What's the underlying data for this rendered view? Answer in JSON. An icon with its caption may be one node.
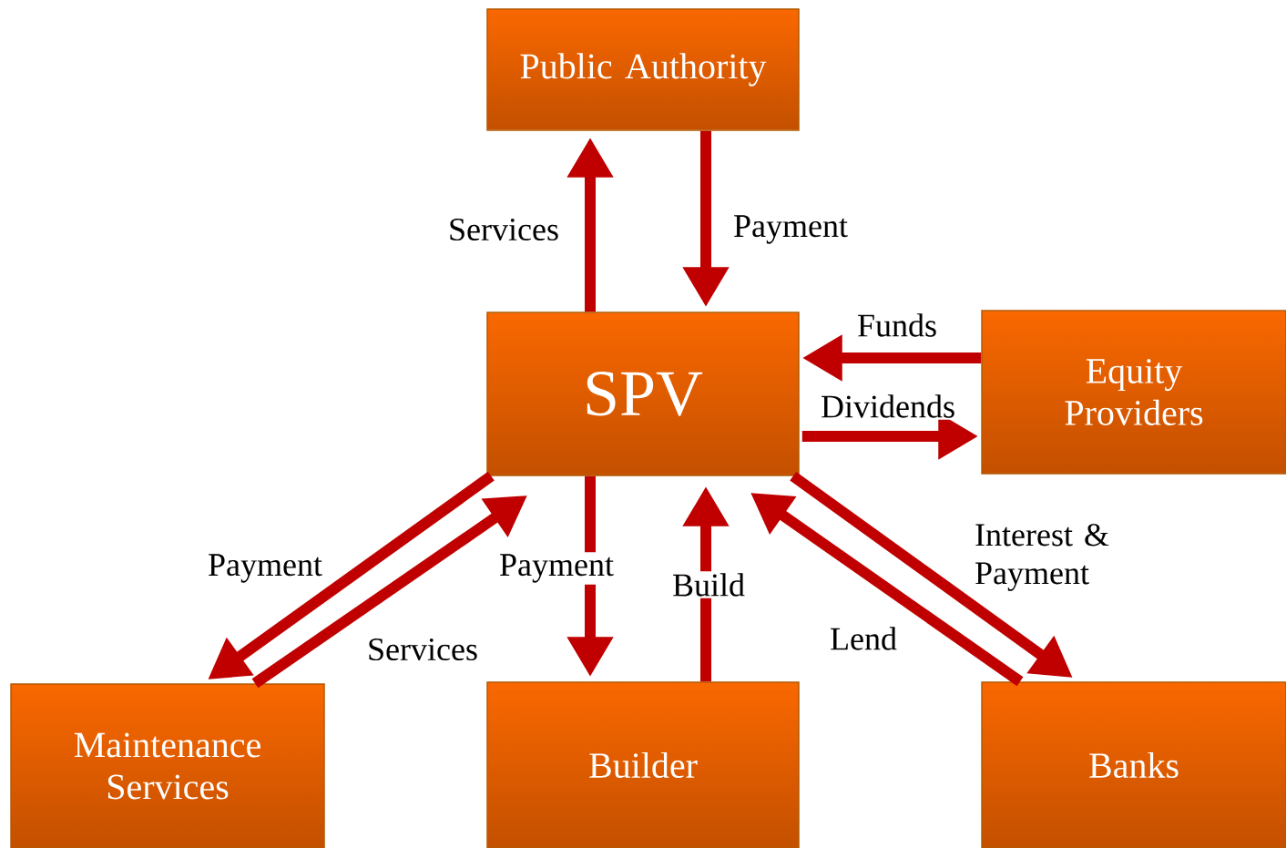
{
  "diagram": {
    "nodes": [
      {
        "text": [
          "Public Authority"
        ]
      },
      {
        "text": [
          "SPV"
        ]
      },
      {
        "text": [
          "Equity Providers"
        ]
      },
      {
        "text": [
          "Maintenance Services"
        ]
      },
      {
        "text": [
          "Builder"
        ]
      },
      {
        "text": [
          "Banks"
        ]
      }
    ],
    "edges": [
      {
        "from": 1,
        "to": 0,
        "arrow": "to",
        "label": "Services"
      },
      {
        "from": 0,
        "to": 1,
        "arrow": "to",
        "label": "Payment"
      },
      {
        "from": 2,
        "to": 1,
        "arrow": "to",
        "label": "Funds"
      },
      {
        "from": 1,
        "to": 2,
        "arrow": "to",
        "label": "Dividends"
      },
      {
        "from": 1,
        "to": 3,
        "arrow": "to",
        "label": "Payment"
      },
      {
        "from": 3,
        "to": 1,
        "arrow": "to",
        "label": "Services"
      },
      {
        "from": 1,
        "to": 4,
        "arrow": "to",
        "label": "Payment"
      },
      {
        "from": 4,
        "to": 1,
        "arrow": "to",
        "label": "Build"
      },
      {
        "from": 1,
        "to": 5,
        "arrow": "to",
        "label": "Interest & Payment"
      },
      {
        "from": 5,
        "to": 1,
        "arrow": "to",
        "label": "Lend"
      }
    ]
  }
}
